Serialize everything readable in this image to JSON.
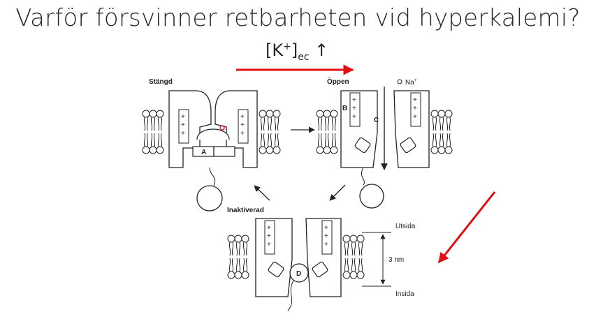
{
  "slide": {
    "title": "Varför försvinner retbarheten vid hyperkalemi?",
    "conc_base": "[K",
    "conc_sup": "+",
    "conc_close": "]",
    "conc_sub": "ec",
    "conc_arrow": "↑"
  },
  "diagram": {
    "state_closed": "Stängd",
    "state_open": "Öppen",
    "state_inactivated": "Inaktiverad",
    "label_a": "A",
    "label_b": "B",
    "label_c": "C",
    "label_d": "D",
    "ion_na": "Na",
    "ion_sup": "+",
    "side_outside": "Utsida",
    "side_inside": "Insida",
    "thickness": "3 nm",
    "plus": "+"
  },
  "colors": {
    "accent_arrow": "#e01010",
    "text": "#262626",
    "ink": "#222222"
  }
}
